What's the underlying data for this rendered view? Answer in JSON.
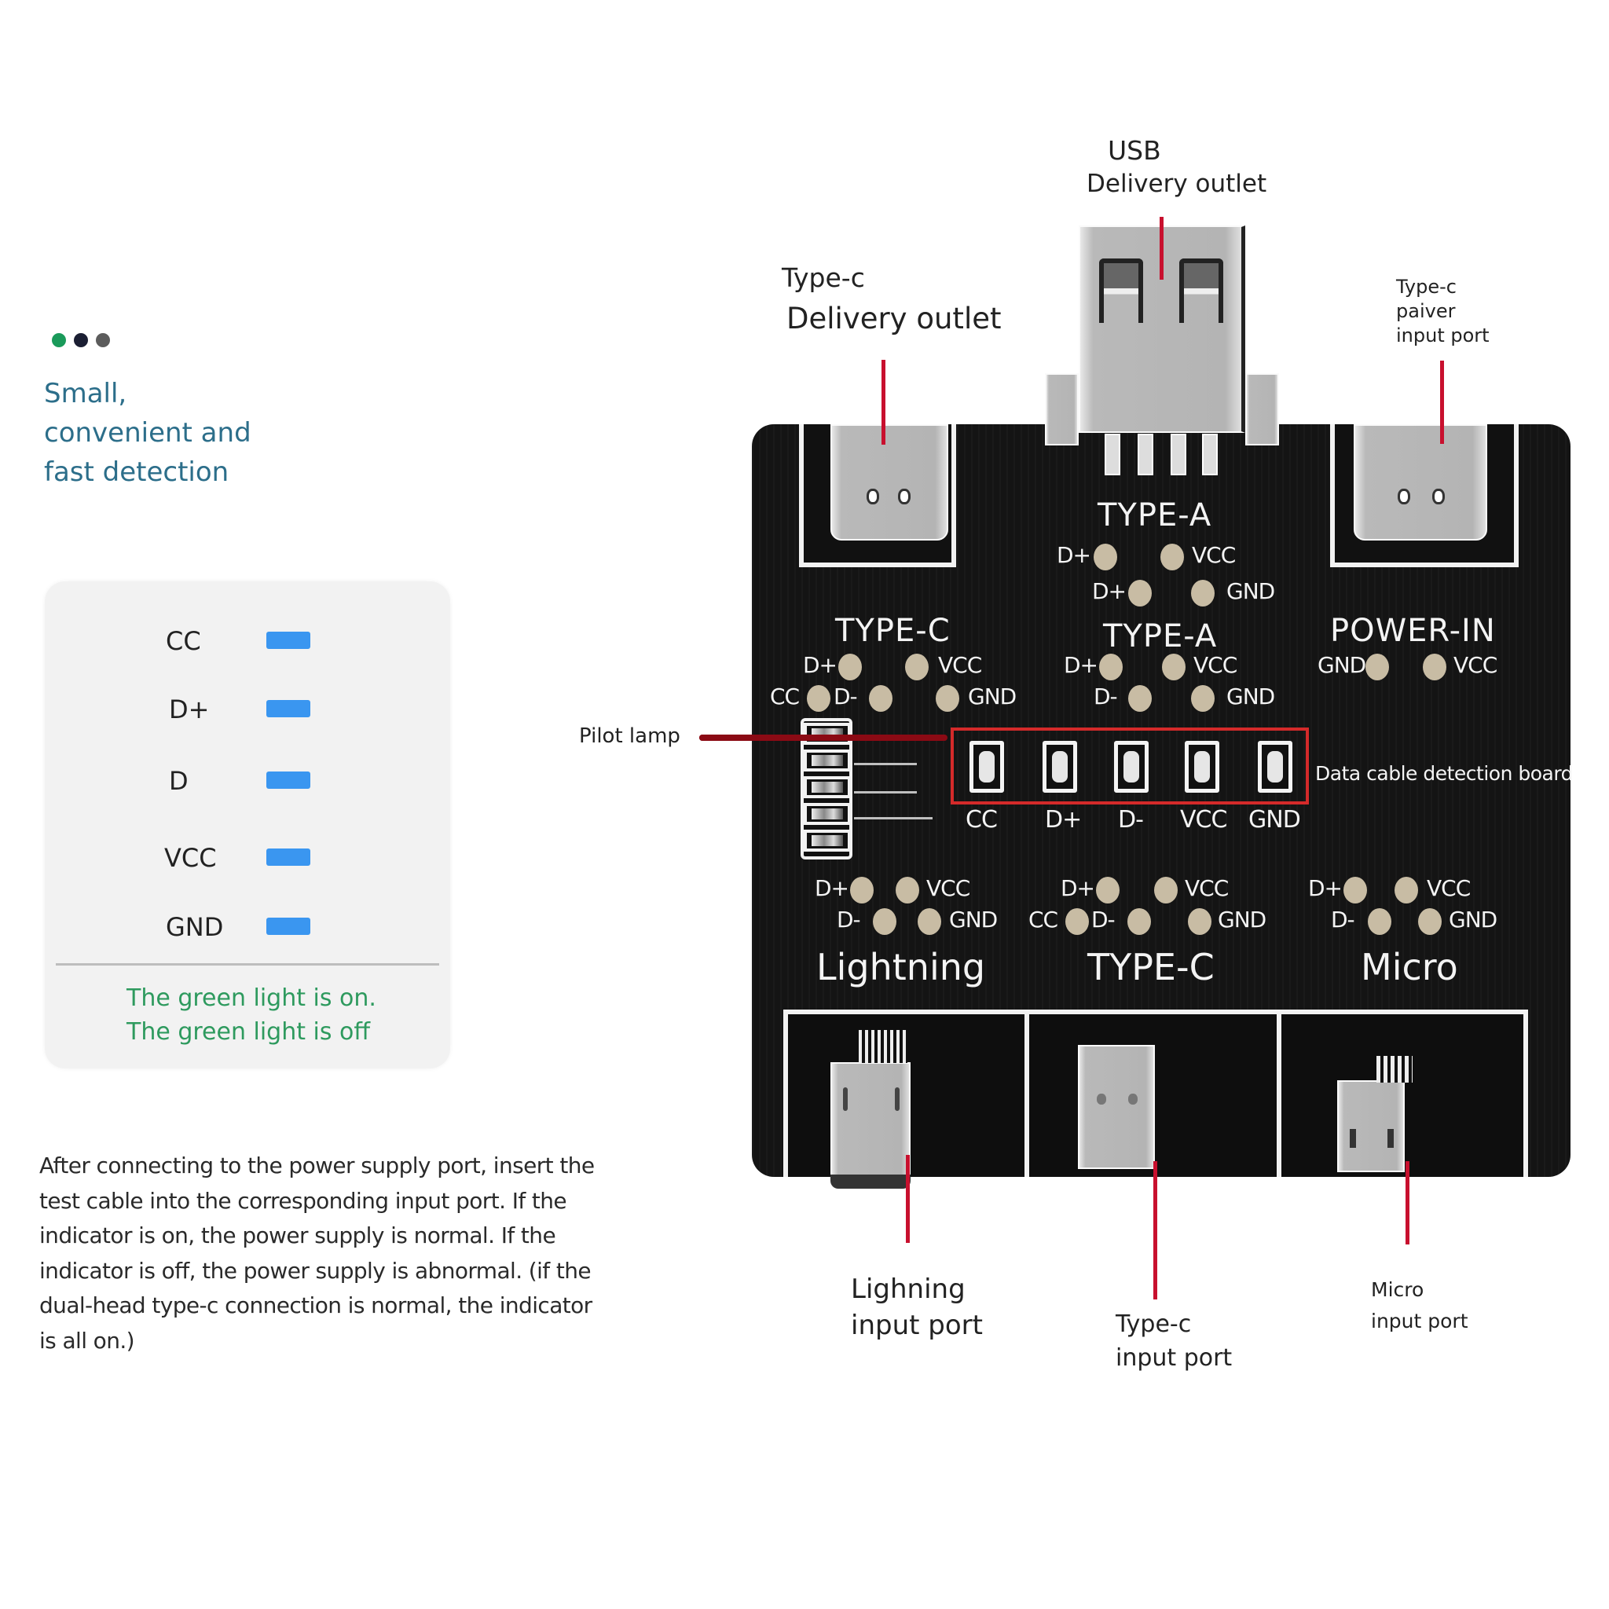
{
  "intro": {
    "dots": [
      {
        "name": "green-dot",
        "color": "#1a9a5a"
      },
      {
        "name": "navy-dot",
        "color": "#1b1f33"
      },
      {
        "name": "gray-dot",
        "color": "#5c5c5c"
      }
    ],
    "tagline_lines": [
      "Small,",
      "convenient and",
      "fast detection"
    ]
  },
  "legend": {
    "rows": [
      {
        "label": "CC",
        "indicator_color": "#3a96f0"
      },
      {
        "label": "D+",
        "indicator_color": "#3a96f0"
      },
      {
        "label": "D",
        "indicator_color": "#3a96f0"
      },
      {
        "label": "VCC",
        "indicator_color": "#3a96f0"
      },
      {
        "label": "GND",
        "indicator_color": "#3a96f0"
      }
    ],
    "notes": [
      "The green light is on.",
      "The green light is off"
    ],
    "note_color": "#2e9a5e"
  },
  "instructions": "After connecting to the power supply port, insert the test cable into the corresponding input port. If the indicator is on, the power supply is normal. If the indicator is off, the power supply is abnormal. (if the dual-head type-c connection is normal, the indicator is all on.)",
  "callouts": {
    "usb_outlet": [
      "USB",
      "Delivery outlet"
    ],
    "typec_outlet": [
      "Type-c",
      "Delivery outlet"
    ],
    "typec_power_input": [
      "Type-c",
      "paiver",
      "input port"
    ],
    "pilot_lamp": "Pilot lamp",
    "detection_board": "Data cable detection board",
    "lightning_input": [
      "Lighning",
      "input port"
    ],
    "typec_input": [
      "Type-c",
      "input port"
    ],
    "micro_input": [
      "Micro",
      "input port"
    ],
    "leader_color": "#c8102e",
    "pilot_leader_color": "#8b0a14"
  },
  "board": {
    "top_typea": {
      "title": "TYPE-A",
      "pins": [
        "D+",
        "VCC",
        "D+",
        "GND"
      ]
    },
    "mid_typec": {
      "title": "TYPE-C",
      "pins": [
        "D+",
        "VCC",
        "CC",
        "D-",
        "GND"
      ]
    },
    "mid_typea": {
      "title": "TYPE-A",
      "pins": [
        "D+",
        "VCC",
        "D-",
        "GND"
      ]
    },
    "power_in": {
      "title": "POWER-IN",
      "pins": [
        "GND",
        "VCC"
      ]
    },
    "led_labels": [
      "CC",
      "D+",
      "D-",
      "VCC",
      "GND"
    ],
    "bottom_lightning": {
      "title": "Lightning",
      "pins": [
        "D+",
        "VCC",
        "D-",
        "GND"
      ]
    },
    "bottom_typec": {
      "title": "TYPE-C",
      "pins": [
        "D+",
        "VCC",
        "CC",
        "D-",
        "GND"
      ]
    },
    "bottom_micro": {
      "title": "Micro",
      "pins": [
        "D+",
        "VCC",
        "D-",
        "GND"
      ]
    },
    "highlight_color": "#d42a2a"
  }
}
